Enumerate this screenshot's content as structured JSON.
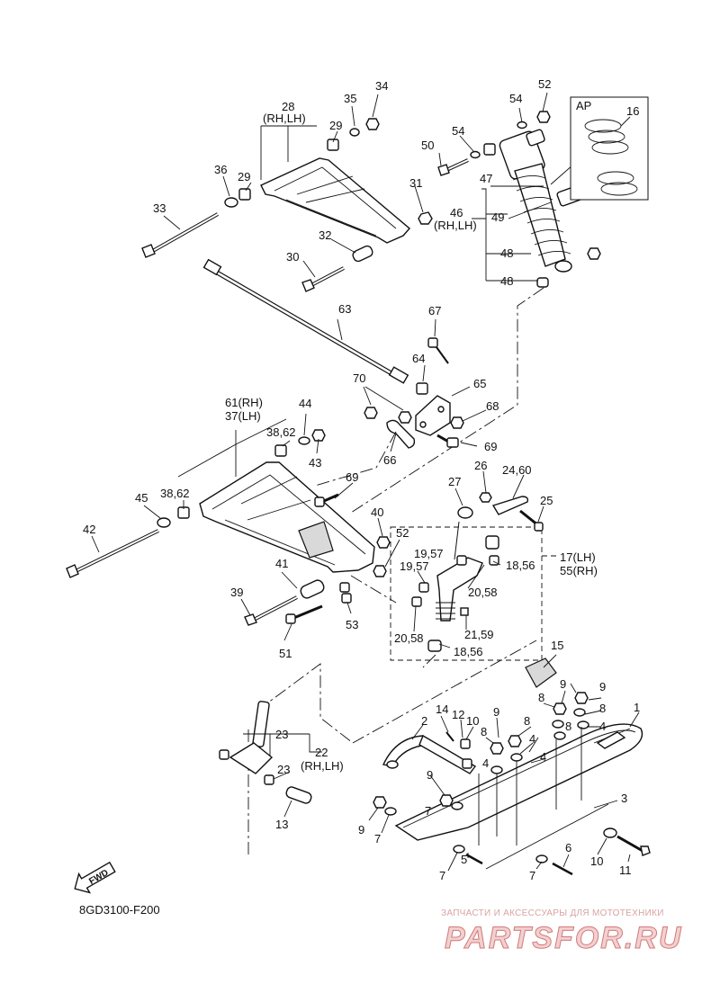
{
  "diagram_code": "8GD3100-F200",
  "fwd_label": "FWD",
  "ap_label": "AP",
  "watermark": {
    "tagline": "ЗАПЧАСТИ И АКСЕССУАРЫ ДЛЯ МОТОТЕХНИКИ",
    "logo_text": "PARTSFOR.RU"
  },
  "callouts": {
    "c28": "28",
    "c28b": "(RH,LH)",
    "c29a": "29",
    "c29b": "29",
    "c34": "34",
    "c35": "35",
    "c36": "36",
    "c33": "33",
    "c31": "31",
    "c32": "32",
    "c30": "30",
    "c52a": "52",
    "c54a": "54",
    "c54b": "54",
    "c50": "50",
    "c16": "16",
    "c47": "47",
    "c46": "46",
    "c46b": "(RH,LH)",
    "c49": "49",
    "c48a": "48",
    "c48b": "48",
    "c63": "63",
    "c67": "67",
    "c64": "64",
    "c65": "65",
    "c68": "68",
    "c70": "70",
    "c66": "66",
    "c69a": "69",
    "c61": "61(RH)",
    "c37": "37(LH)",
    "c44": "44",
    "c3862a": "38,62",
    "c43": "43",
    "c3862b": "38,62",
    "c45": "45",
    "c42": "42",
    "c69b": "69",
    "c27": "27",
    "c26": "26",
    "c2460": "24,60",
    "c25": "25",
    "c40": "40",
    "c52b": "52",
    "c1957a": "19,57",
    "c1957b": "19,57",
    "c1856a": "18,56",
    "c17": "17(LH)",
    "c55": "55(RH)",
    "c2058a": "20,58",
    "c2159": "21,59",
    "c2058b": "20,58",
    "c1856b": "18,56",
    "c41": "41",
    "c39": "39",
    "c51": "51",
    "c53": "53",
    "c15": "15",
    "c23a": "23",
    "c22": "22",
    "c22b": "(RH,LH)",
    "c23b": "23",
    "c13": "13",
    "c14": "14",
    "c12": "12",
    "c10a": "10",
    "c2": "2",
    "c9a": "9",
    "c8a": "8",
    "c8b": "8",
    "c9b": "9",
    "c8c": "8",
    "c9c": "9",
    "c8d": "8",
    "c4a": "4",
    "c4b": "4",
    "c4c": "4",
    "c4d": "4",
    "c1": "1",
    "c9d": "9",
    "c7a": "7",
    "c9e": "9",
    "c7b": "7",
    "c3": "3",
    "c7c": "7",
    "c5": "5",
    "c7d": "7",
    "c6": "6",
    "c10b": "10",
    "c11": "11",
    "c8e": "8"
  }
}
